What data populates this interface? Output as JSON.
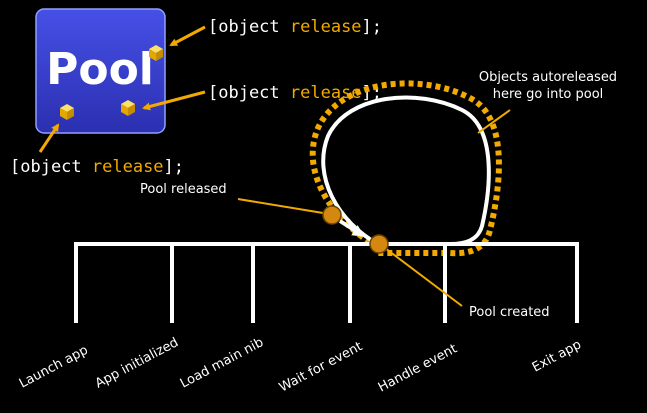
{
  "pool_box": {
    "title": "Pool"
  },
  "code": {
    "prefix": "[object ",
    "keyword": "release",
    "suffix": "];"
  },
  "labels": {
    "autoreleased_line1": "Objects autoreleased",
    "autoreleased_line2": "here go into pool",
    "pool_released": "Pool released",
    "pool_created": "Pool created"
  },
  "timeline": {
    "stages": [
      "Launch app",
      "App initialized",
      "Load main nib",
      "Wait for event",
      "Handle event",
      "Exit app"
    ]
  },
  "colors": {
    "accent": "#f2a900",
    "pool_fill_top": "#3f49dd",
    "pool_fill_bottom": "#2a2fb2",
    "line": "#ffffff",
    "background": "#000000"
  }
}
